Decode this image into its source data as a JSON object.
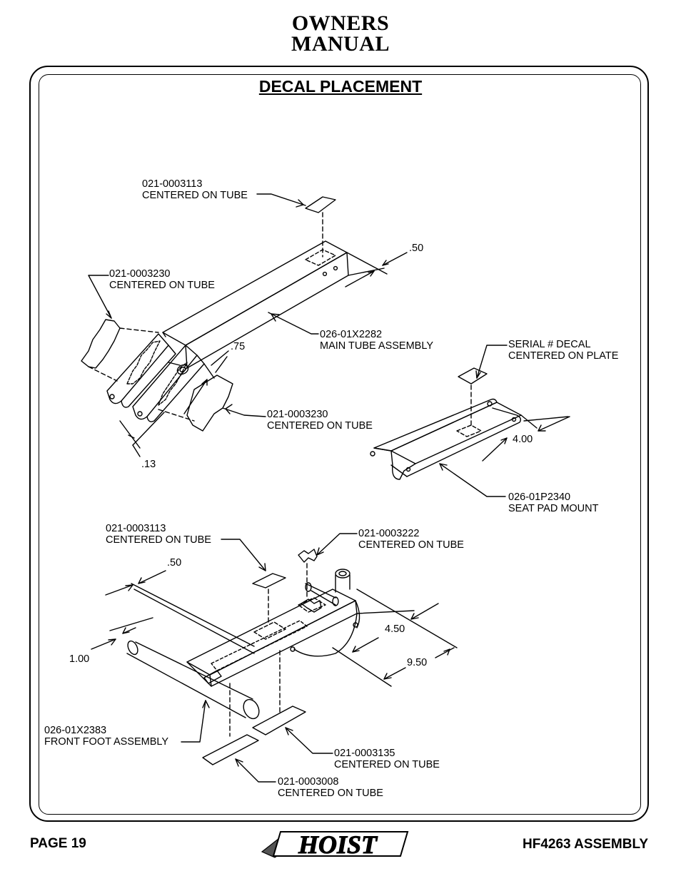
{
  "header": {
    "line1": "OWNERS",
    "line2": "MANUAL"
  },
  "section_title": "DECAL PLACEMENT",
  "labels": {
    "top_decal": {
      "line1": "021-0003113",
      "line2": "CENTERED ON TUBE"
    },
    "left_decal": {
      "line1": "021-0003230",
      "line2": "CENTERED ON TUBE"
    },
    "main_tube": {
      "line1": "026-01X2282",
      "line2": "MAIN TUBE ASSEMBLY"
    },
    "right_side_decal": {
      "line1": "021-0003230",
      "line2": "CENTERED ON TUBE"
    },
    "serial_decal": {
      "line1": "SERIAL # DECAL",
      "line2": "CENTERED ON PLATE"
    },
    "seat_pad": {
      "line1": "026-01P2340",
      "line2": "SEAT PAD MOUNT"
    },
    "lower_top_decal": {
      "line1": "021-0003113",
      "line2": "CENTERED ON TUBE"
    },
    "lower_star_decal": {
      "line1": "021-0003222",
      "line2": "CENTERED ON TUBE"
    },
    "front_foot": {
      "line1": "026-01X2383",
      "line2": "FRONT FOOT ASSEMBLY"
    },
    "bottom_decal_right": {
      "line1": "021-0003135",
      "line2": "CENTERED ON TUBE"
    },
    "bottom_decal_left": {
      "line1": "021-0003008",
      "line2": "CENTERED ON TUBE"
    }
  },
  "dimensions": {
    "d_top": ".50",
    "d_75": ".75",
    "d_13": ".13",
    "d_400": "4.00",
    "d_lower_50": ".50",
    "d_100": "1.00",
    "d_450": "4.50",
    "d_950": "9.50"
  },
  "footer": {
    "page": "PAGE 19",
    "model": "HF4263 ASSEMBLY",
    "logo_text": "HOIST"
  }
}
